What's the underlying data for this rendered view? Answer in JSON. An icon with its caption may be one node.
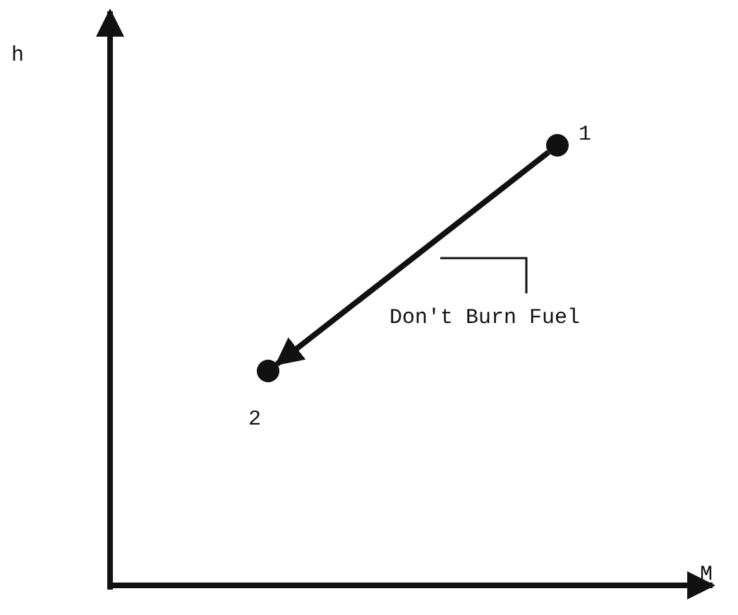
{
  "diagram": {
    "nodes": [
      {
        "text": [],
        "shape": "circle",
        "beside": [
          "1"
        ]
      },
      {
        "text": [],
        "shape": "circle",
        "beside": [
          "2"
        ]
      }
    ],
    "edges": [
      {
        "from": 0,
        "to": 1,
        "arrow": "to",
        "label": "Don't Burn Fuel"
      }
    ],
    "labels": [
      "h",
      "M"
    ]
  }
}
